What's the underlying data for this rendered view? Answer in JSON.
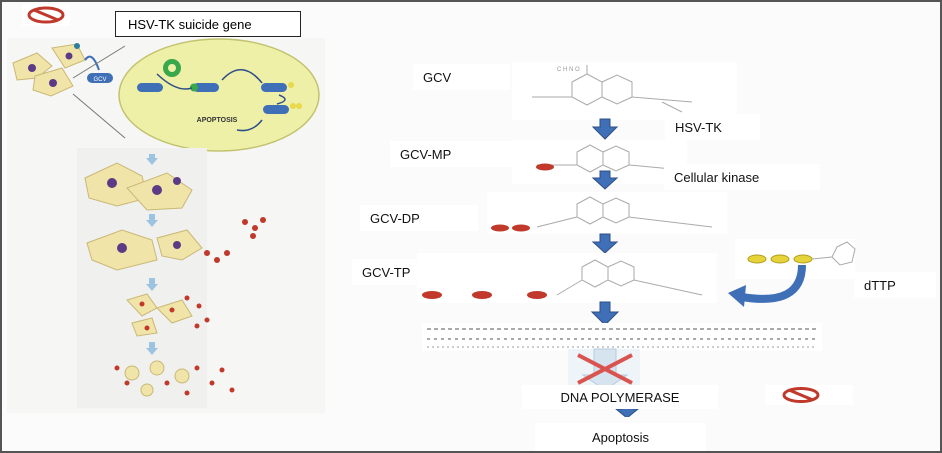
{
  "title": "HSV-TK suicide gene",
  "left_panel": {
    "drug_label": "GCV",
    "apoptosis_label": "APOPTOSIS"
  },
  "pathway": {
    "gcv": "GCV",
    "hsv_tk": "HSV-TK",
    "gcv_mp": "GCV-MP",
    "cellular_kinase": "Cellular kinase",
    "gcv_dp": "GCV-DP",
    "gcv_tp": "GCV-TP",
    "dttp": "dTTP",
    "dna_polymerase": "DNA POLYMERASE",
    "apoptosis": "Apoptosis"
  },
  "colors": {
    "arrow_blue": "#3f6fb6",
    "phosphate_red": "#c0392b",
    "block_red": "#d9534f",
    "cell_yellow": "#f1e4a8",
    "nucleus_purple": "#5b3b86",
    "circle_yellow": "#eef0a8"
  }
}
